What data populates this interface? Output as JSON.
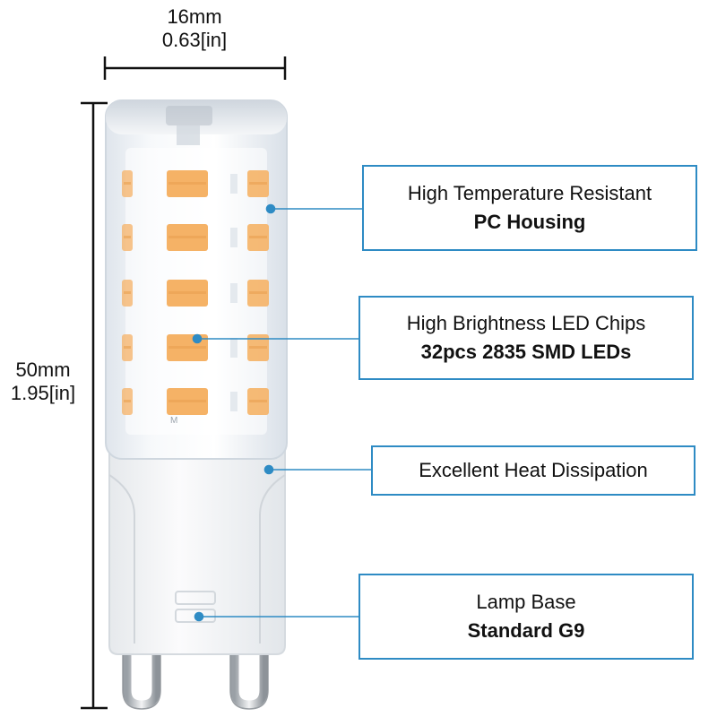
{
  "dimensions": {
    "width_mm": "16mm",
    "width_in": "0.63[in]",
    "height_mm": "50mm",
    "height_in": "1.95[in]"
  },
  "callouts": [
    {
      "line1": "High Temperature Resistant",
      "line2": "PC Housing"
    },
    {
      "line1": "High Brightness LED Chips",
      "line2": "32pcs 2835 SMD LEDs"
    },
    {
      "line1": "Excellent Heat Dissipation",
      "line2": ""
    },
    {
      "line1": "Lamp Base",
      "line2": "Standard G9"
    }
  ],
  "colors": {
    "accent": "#2e8bc4",
    "led": "#f5b266",
    "housing": "#eef2f6",
    "base": "#f3f5f7"
  }
}
